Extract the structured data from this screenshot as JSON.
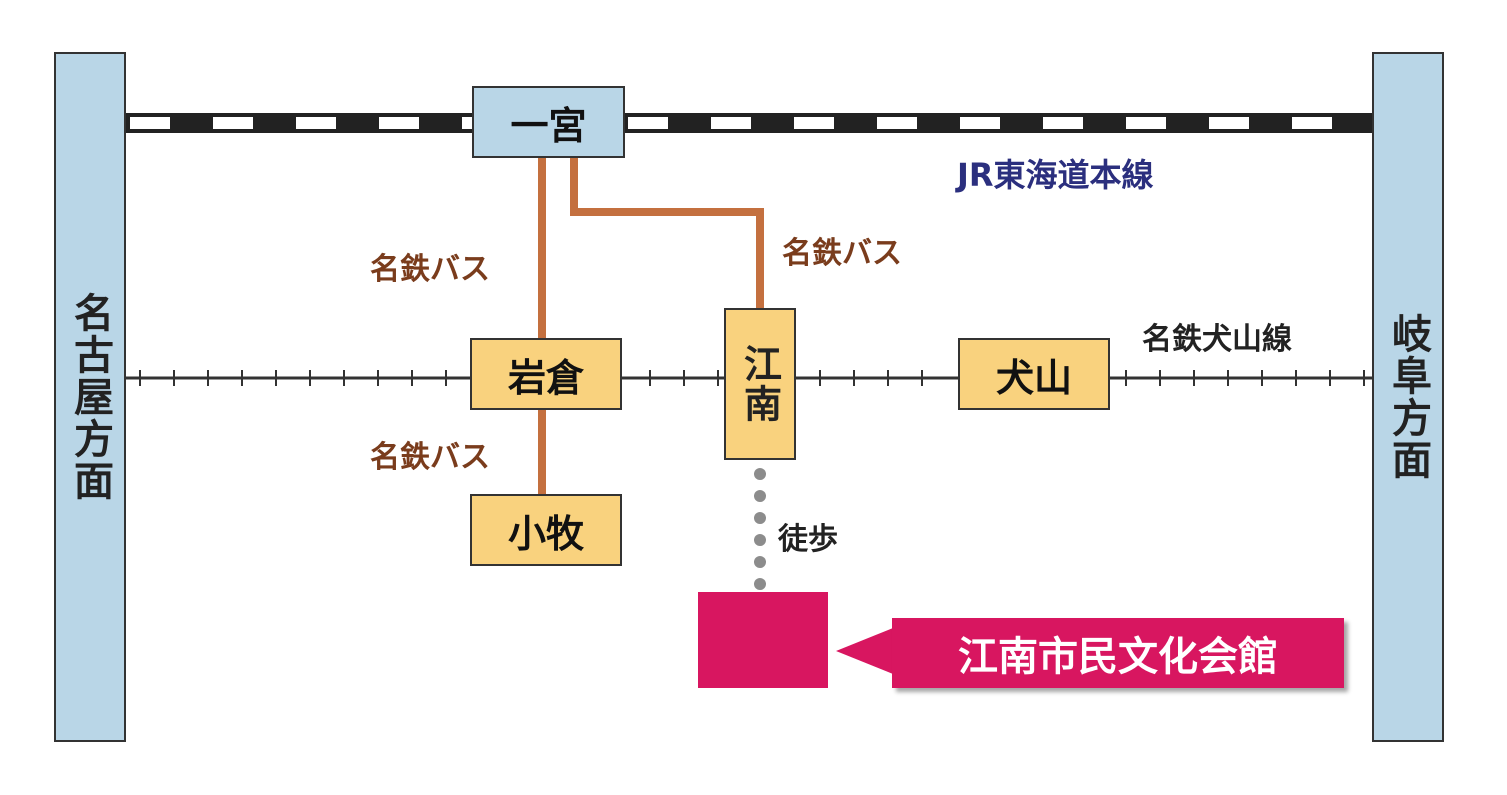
{
  "directions": {
    "left": "名古屋方面",
    "right": "岐阜方面"
  },
  "lines": {
    "jr": {
      "name": "JR東海道本線",
      "color": "#2b2f7e"
    },
    "meitetsu": {
      "name": "名鉄犬山線"
    }
  },
  "stations": {
    "ichinomiya": "一宮",
    "iwakura": "岩倉",
    "konan": "江南",
    "inuyama": "犬山",
    "komaki": "小牧"
  },
  "bus_labels": {
    "upper_left": "名鉄バス",
    "upper_right": "名鉄バス",
    "lower_left": "名鉄バス"
  },
  "walk_label": "徒歩",
  "destination": {
    "name": "江南市民文化会館",
    "color": "#d81660"
  },
  "colors": {
    "bus_route": "#c4703f",
    "jr_station": "#b9d6e7",
    "meitetsu_station": "#f9d27e"
  }
}
